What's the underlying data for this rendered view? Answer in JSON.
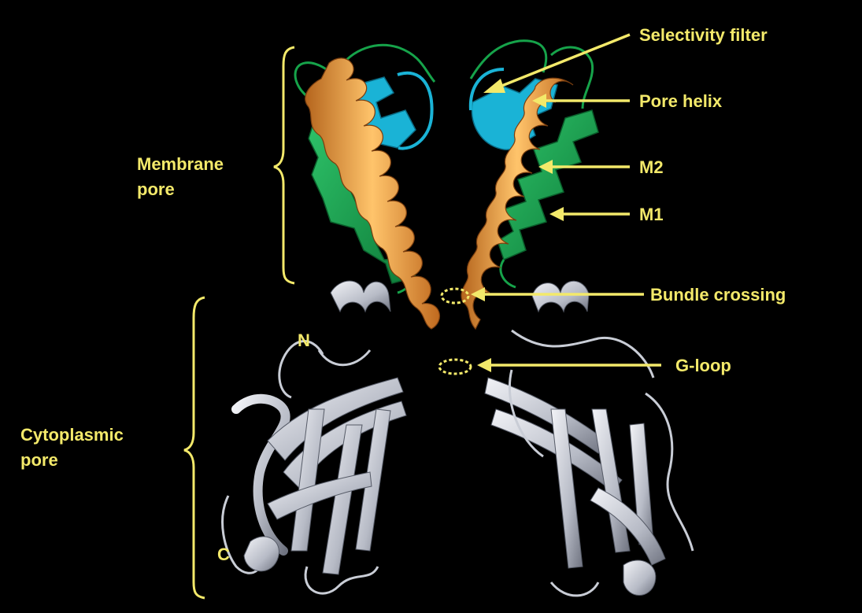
{
  "labels": {
    "selectivity_filter": "Selectivity filter",
    "pore_helix": "Pore helix",
    "m2": "M2",
    "m1": "M1",
    "bundle_crossing": "Bundle crossing",
    "g_loop": "G-loop",
    "membrane_pore_line1": "Membrane",
    "membrane_pore_line2": "pore",
    "cytoplasmic_pore_line1": "Cytoplasmic",
    "cytoplasmic_pore_line2": "pore",
    "n_terminus": "N",
    "c_terminus": "C"
  },
  "colors": {
    "background": "#000000",
    "label": "#f3e96a",
    "inner_helix": "#f5a33a",
    "outer_helix": "#16a34a",
    "pore_region": "#1ab3d6",
    "cytoplasmic_domain": "#c9cdd6"
  }
}
